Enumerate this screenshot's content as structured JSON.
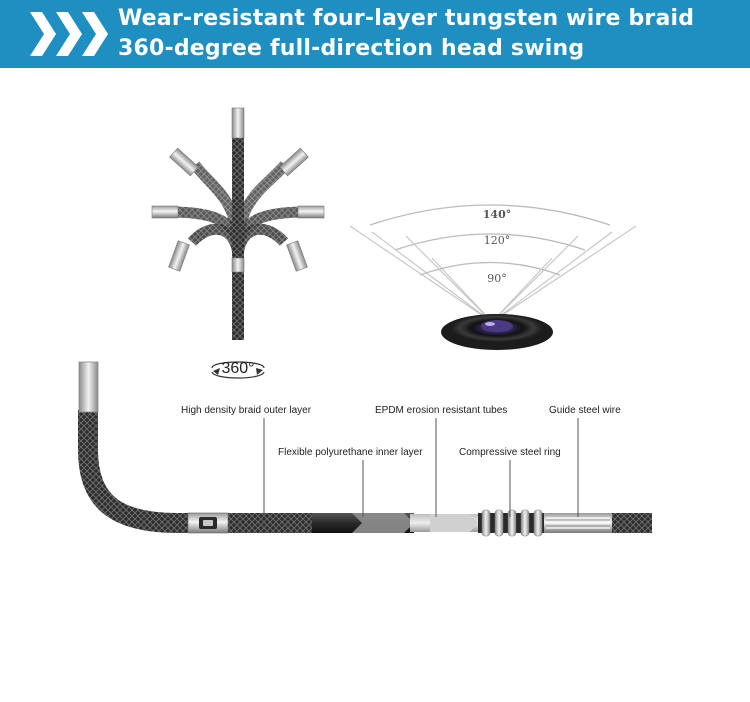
{
  "banner": {
    "line1": "Wear-resistant four-layer tungsten wire braid",
    "line2": "360-degree full-direction head swing",
    "color": "#1e8fc0"
  },
  "swing_diagram": {
    "rotation_label": "360°"
  },
  "view_angle_diagram": {
    "angles": [
      "140°",
      "120°",
      "90°"
    ]
  },
  "cable_diagram": {
    "labels": {
      "braid_outer": "High density braid outer layer",
      "pu_inner": "Flexible polyurethane inner layer",
      "epdm": "EPDM erosion resistant tubes",
      "steel_ring": "Compressive steel ring",
      "guide_wire": "Guide steel wire"
    }
  }
}
